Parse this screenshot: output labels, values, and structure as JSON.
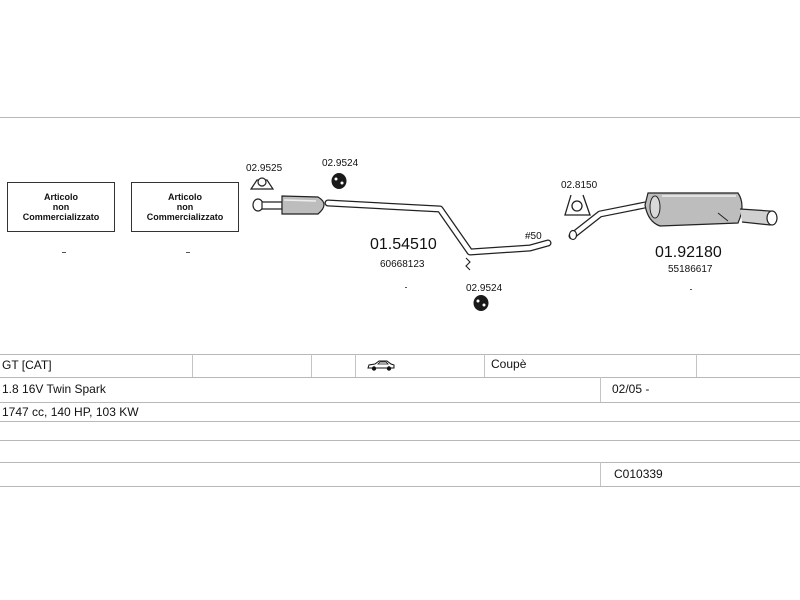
{
  "boxes": [
    {
      "line1": "Articolo",
      "line2": "non",
      "line3": "Commercializzato"
    },
    {
      "line1": "Articolo",
      "line2": "non",
      "line3": "Commercializzato"
    }
  ],
  "parts": {
    "clamp_left": "02.9525",
    "hanger_top": "02.9524",
    "hanger_bottom": "02.9524",
    "clamp_right": "02.8150",
    "pipe_code": "#50",
    "mid_section_number": "01.54510",
    "mid_section_oe": "60668123",
    "rear_silencer_number": "01.92180",
    "rear_silencer_oe": "55186617"
  },
  "vehicle": {
    "model": "GT  [CAT]",
    "body": "Coupè",
    "engine": "1.8 16V Twin Spark",
    "date": "02/05 -",
    "specs": "1747 cc, 140 HP, 103 KW",
    "code": "C010339"
  },
  "icons": {
    "car": "car-coupe-icon"
  }
}
